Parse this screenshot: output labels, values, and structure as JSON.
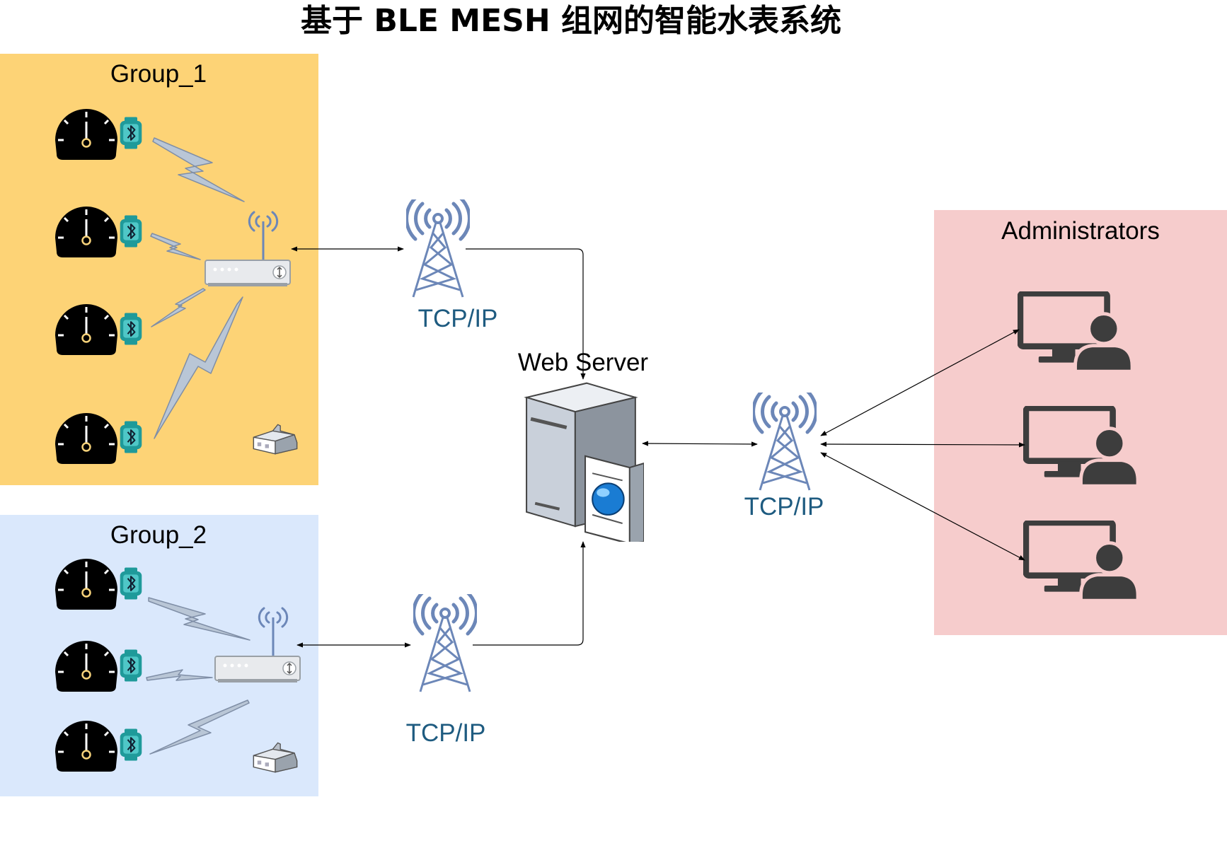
{
  "title": "基于 BLE MESH 组网的智能水表系统",
  "groups": [
    {
      "label": "Group_1",
      "color": "#fdd376"
    },
    {
      "label": "Group_2",
      "color": "#dae8fc"
    }
  ],
  "administrators": {
    "label": "Administrators",
    "color": "#f6cccc"
  },
  "server": {
    "label": "Web Server"
  },
  "towers": [
    {
      "label": "TCP/IP"
    },
    {
      "label": "TCP/IP"
    },
    {
      "label": "TCP/IP"
    }
  ],
  "icons": {
    "meter": "water-meter-gauge-icon",
    "ble": "bluetooth-module-icon",
    "router": "wireless-router-icon",
    "tower": "radio-tower-icon",
    "house": "house-icon",
    "server": "web-server-icon",
    "admin": "admin-workstation-icon"
  },
  "colors": {
    "tower": "#6c87b8",
    "lightning": "#b9c6d6",
    "ble": "#1f9a9a",
    "admin_icon": "#3d3d3d"
  }
}
